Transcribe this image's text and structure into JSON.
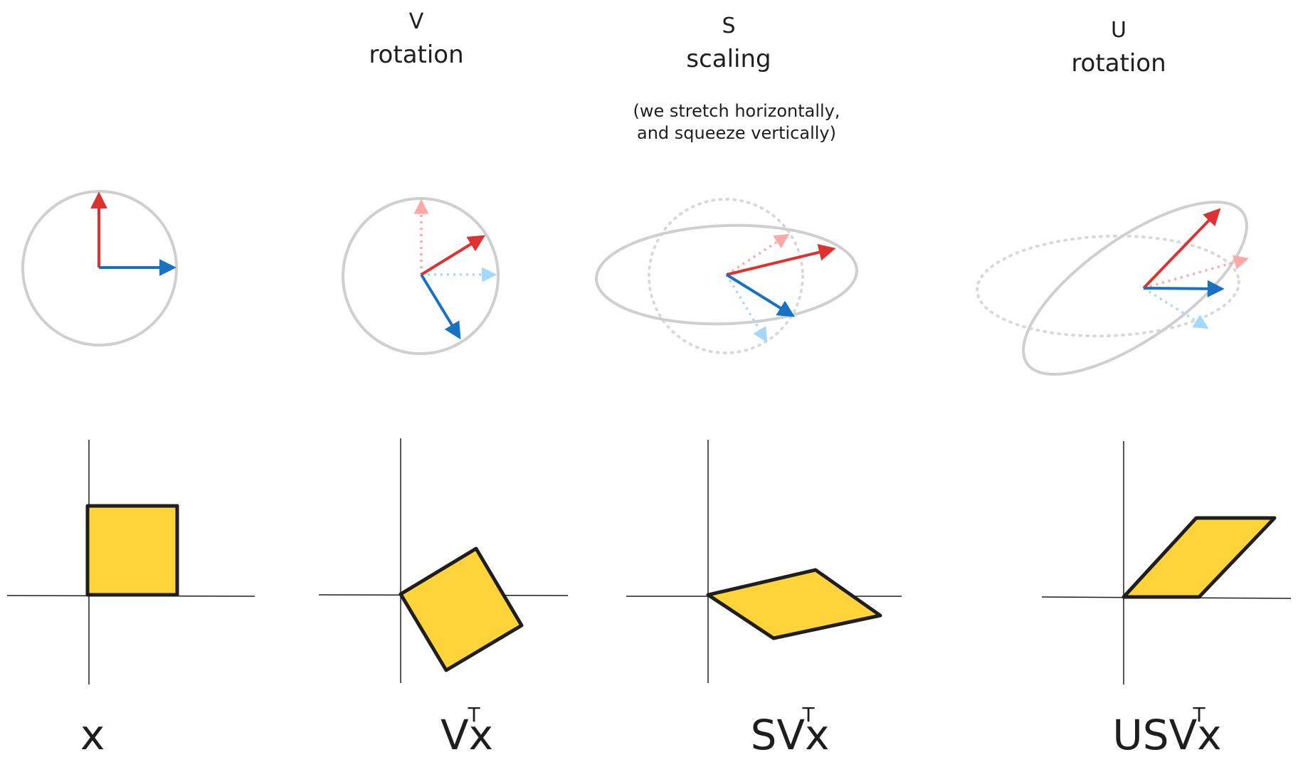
{
  "columns": [
    {
      "id": "x",
      "letter": "",
      "step": "",
      "formula_base": "x",
      "formula_sup": ""
    },
    {
      "id": "vtx",
      "letter": "V",
      "step": "rotation",
      "formula_base": "Vx",
      "formula_sup": "T"
    },
    {
      "id": "svtx",
      "letter": "S",
      "step": "scaling",
      "formula_base": "SVx",
      "formula_sup": "T"
    },
    {
      "id": "usvtx",
      "letter": "U",
      "step": "rotation",
      "formula_base": "USVx",
      "formula_sup": "T"
    }
  ],
  "scaling_note": {
    "line1": "(we stretch horizontally,",
    "line2": "and squeeze vertically)"
  },
  "colors": {
    "red": "#e03131",
    "red_faded": "#ffa8a8",
    "blue": "#1971c2",
    "blue_faded": "#a5d8ff",
    "ellipse": "#cfcfcf",
    "ellipse_dotted": "#d9d9d9",
    "shape_fill": "#ffd43b",
    "stroke": "#1e1e1e"
  },
  "icons": {
    "vector": "arrow-vector-icon",
    "shape": "unit-square-shape"
  }
}
